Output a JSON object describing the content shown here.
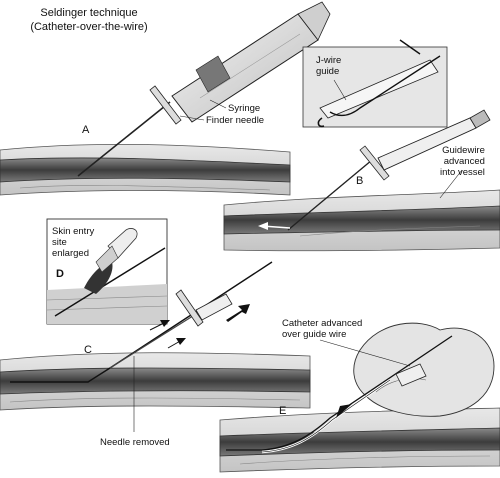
{
  "title": {
    "line1": "Seldinger technique",
    "line2": "(Catheter-over-the-wire)"
  },
  "labels": {
    "syringe": "Syringe",
    "finder_needle": "Finder needle",
    "j_wire_guide": "J-wire\nguide",
    "guidewire_advanced": "Guidewire\nadvanced\ninto vessel",
    "skin_entry": "Skin entry\nsite\nenlarged",
    "catheter_advanced": "Catheter advanced\nover guide wire",
    "needle_removed": "Needle removed"
  },
  "panels": {
    "a": "A",
    "b": "B",
    "c": "C",
    "d": "D",
    "e": "E"
  },
  "colors": {
    "tissue_light": "#dcdcdc",
    "tissue_mid": "#b9b9b9",
    "vessel_dark": "#4a4a4a",
    "inset_bg": "#e6e6e6",
    "ink": "#111111"
  }
}
